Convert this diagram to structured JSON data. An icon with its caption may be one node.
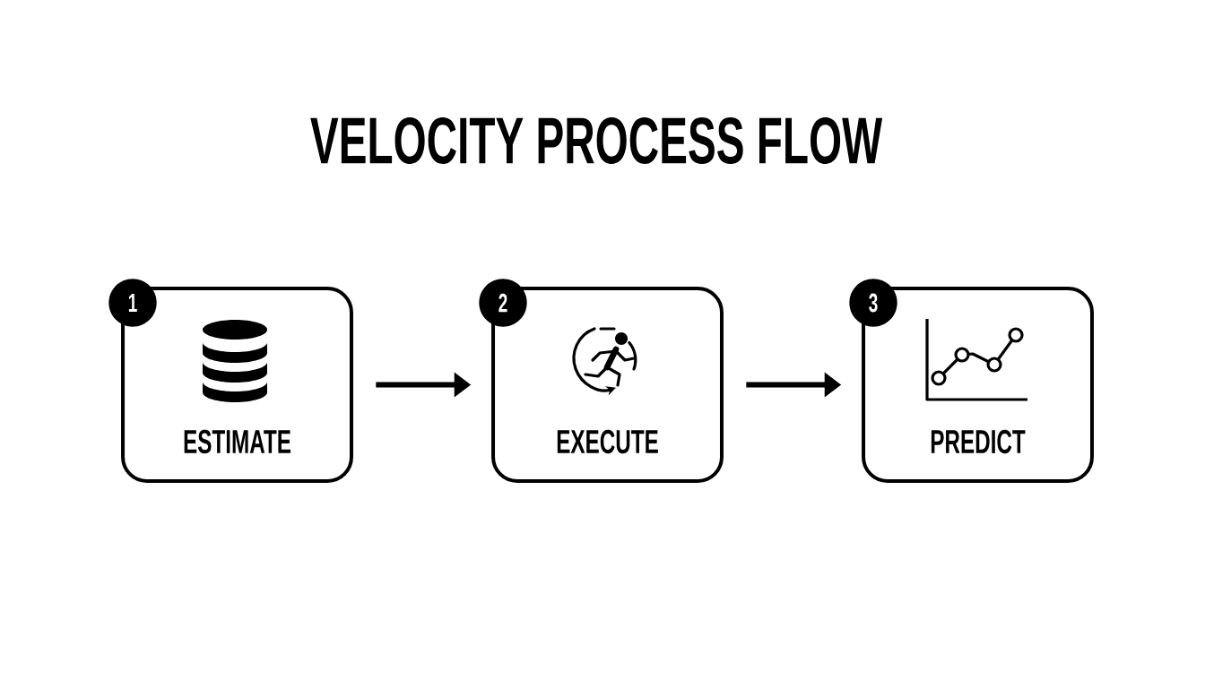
{
  "diagram": {
    "title": "VELOCITY PROCESS FLOW",
    "nodes": [
      {
        "text": [
          "1",
          "ESTIMATE"
        ]
      },
      {
        "text": [
          "2",
          "EXECUTE"
        ]
      },
      {
        "text": [
          "3",
          "PREDICT"
        ]
      }
    ],
    "edges": [
      {
        "from": 0,
        "to": 1,
        "arrow": "to"
      },
      {
        "from": 1,
        "to": 2,
        "arrow": "to"
      }
    ]
  }
}
